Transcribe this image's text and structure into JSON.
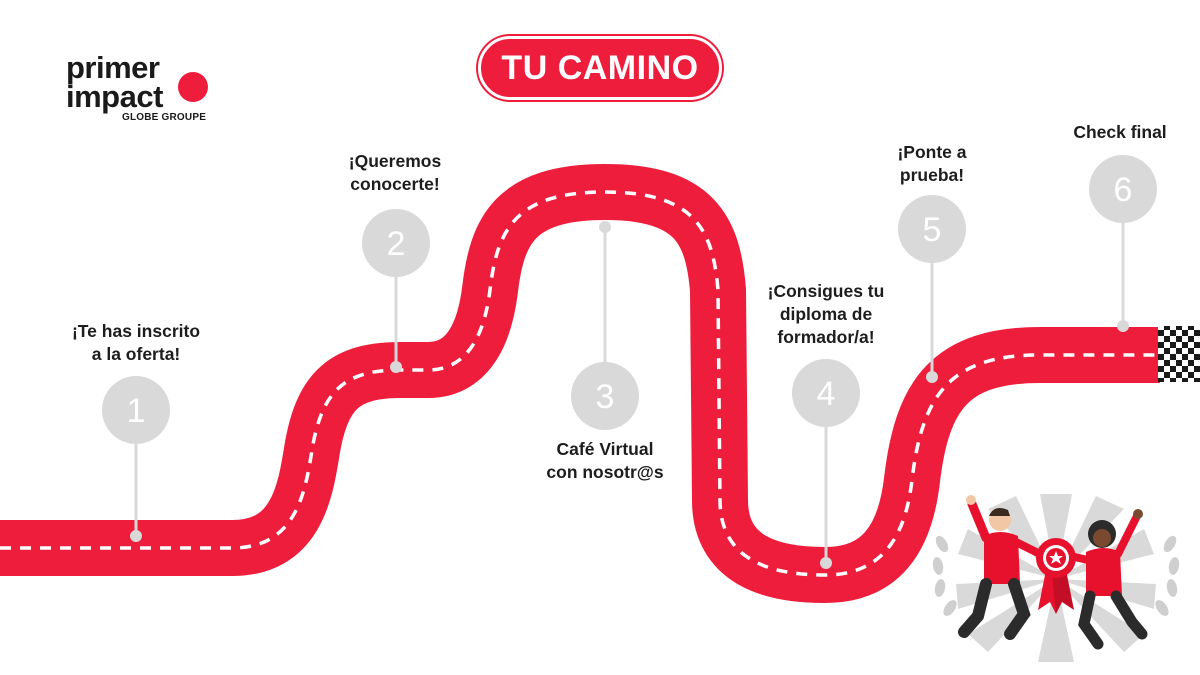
{
  "brand": {
    "line1": "primer",
    "line2": "impact",
    "subtitle": "GLOBE GROUPE"
  },
  "title": "TU CAMINO",
  "colors": {
    "road": "#ee1d3c",
    "dash": "#ffffff",
    "marker": "#d9d9d9",
    "marker_text": "#ffffff",
    "text": "#1d1d1d"
  },
  "steps": [
    {
      "number": "1",
      "label_lines": [
        "¡Te has inscrito",
        "a la oferta!"
      ]
    },
    {
      "number": "2",
      "label_lines": [
        "¡Queremos",
        "conocerte!"
      ]
    },
    {
      "number": "3",
      "label_lines": [
        "Café Virtual",
        "con nosotr@s"
      ]
    },
    {
      "number": "4",
      "label_lines": [
        "¡Consigues tu",
        "diploma de",
        "formador/a!"
      ]
    },
    {
      "number": "5",
      "label_lines": [
        "¡Ponte a",
        "prueba!"
      ]
    },
    {
      "number": "6",
      "label_lines": [
        "Check final"
      ]
    }
  ],
  "illustration": {
    "type": "celebration-people-with-award-rosette-icon"
  }
}
